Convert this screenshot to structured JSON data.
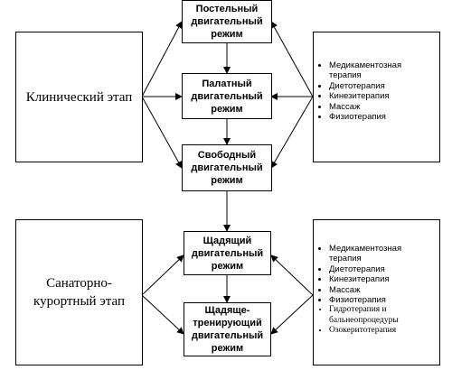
{
  "stages": {
    "clinical": "Клинический этап",
    "sanatorium": "Санаторно-\nкурортный этап"
  },
  "modes": {
    "bed": "Постельный\nдвигательный\nрежим",
    "ward": "Палатный\nдвигательный\nрежим",
    "free": "Свободный\nдвигательный\nрежим",
    "gentle": "Щадящий\nдвигательный\nрежим",
    "gentle_training": "Щадяще-\nтренирующий\nдвигательный\nрежим"
  },
  "lists": {
    "clinical": [
      "Медикаментозная терапия",
      "Диетотерапия",
      "Кинезитерапия",
      "Массаж",
      "Физиотерапия"
    ],
    "sanatorium": [
      "Медикаментозная терапия",
      "Диетотерапия",
      "Кинезитерапия",
      "Массаж",
      "Физиотерапия",
      "Гидротерапия и бальнеопроцедуры",
      "Озокеритотерапия"
    ]
  },
  "colors": {
    "line": "#000000",
    "background": "#ffffff"
  }
}
